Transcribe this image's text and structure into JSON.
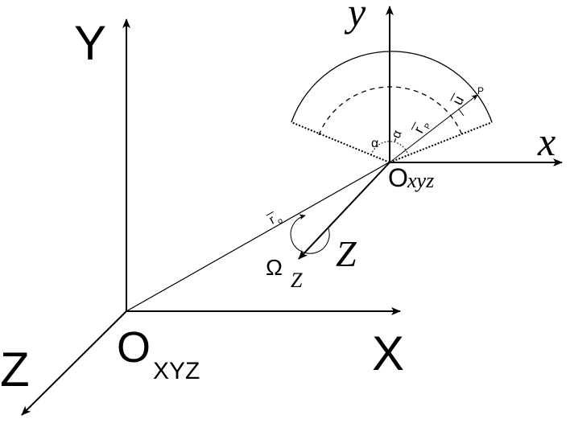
{
  "colors": {
    "ink": "#000000",
    "background": "#ffffff"
  },
  "global_frame": {
    "y_axis": "Y",
    "x_axis": "X",
    "z_axis": "Z",
    "origin_main": "O",
    "origin_sub": "XYZ"
  },
  "local_frame": {
    "y_axis": "y",
    "x_axis": "x",
    "origin_main": "O",
    "origin_sub": "xyz",
    "z_axis": "Z"
  },
  "vectors": {
    "r_o_main": "r",
    "r_o_sub": "o",
    "r_p_main": "r",
    "r_p_sub": "P",
    "u_main": "u",
    "u_sub": "P"
  },
  "angles": {
    "alpha": "α",
    "neg_alpha": "-α"
  },
  "rotation": {
    "omega_main": "Ω",
    "omega_sub": "Z"
  }
}
